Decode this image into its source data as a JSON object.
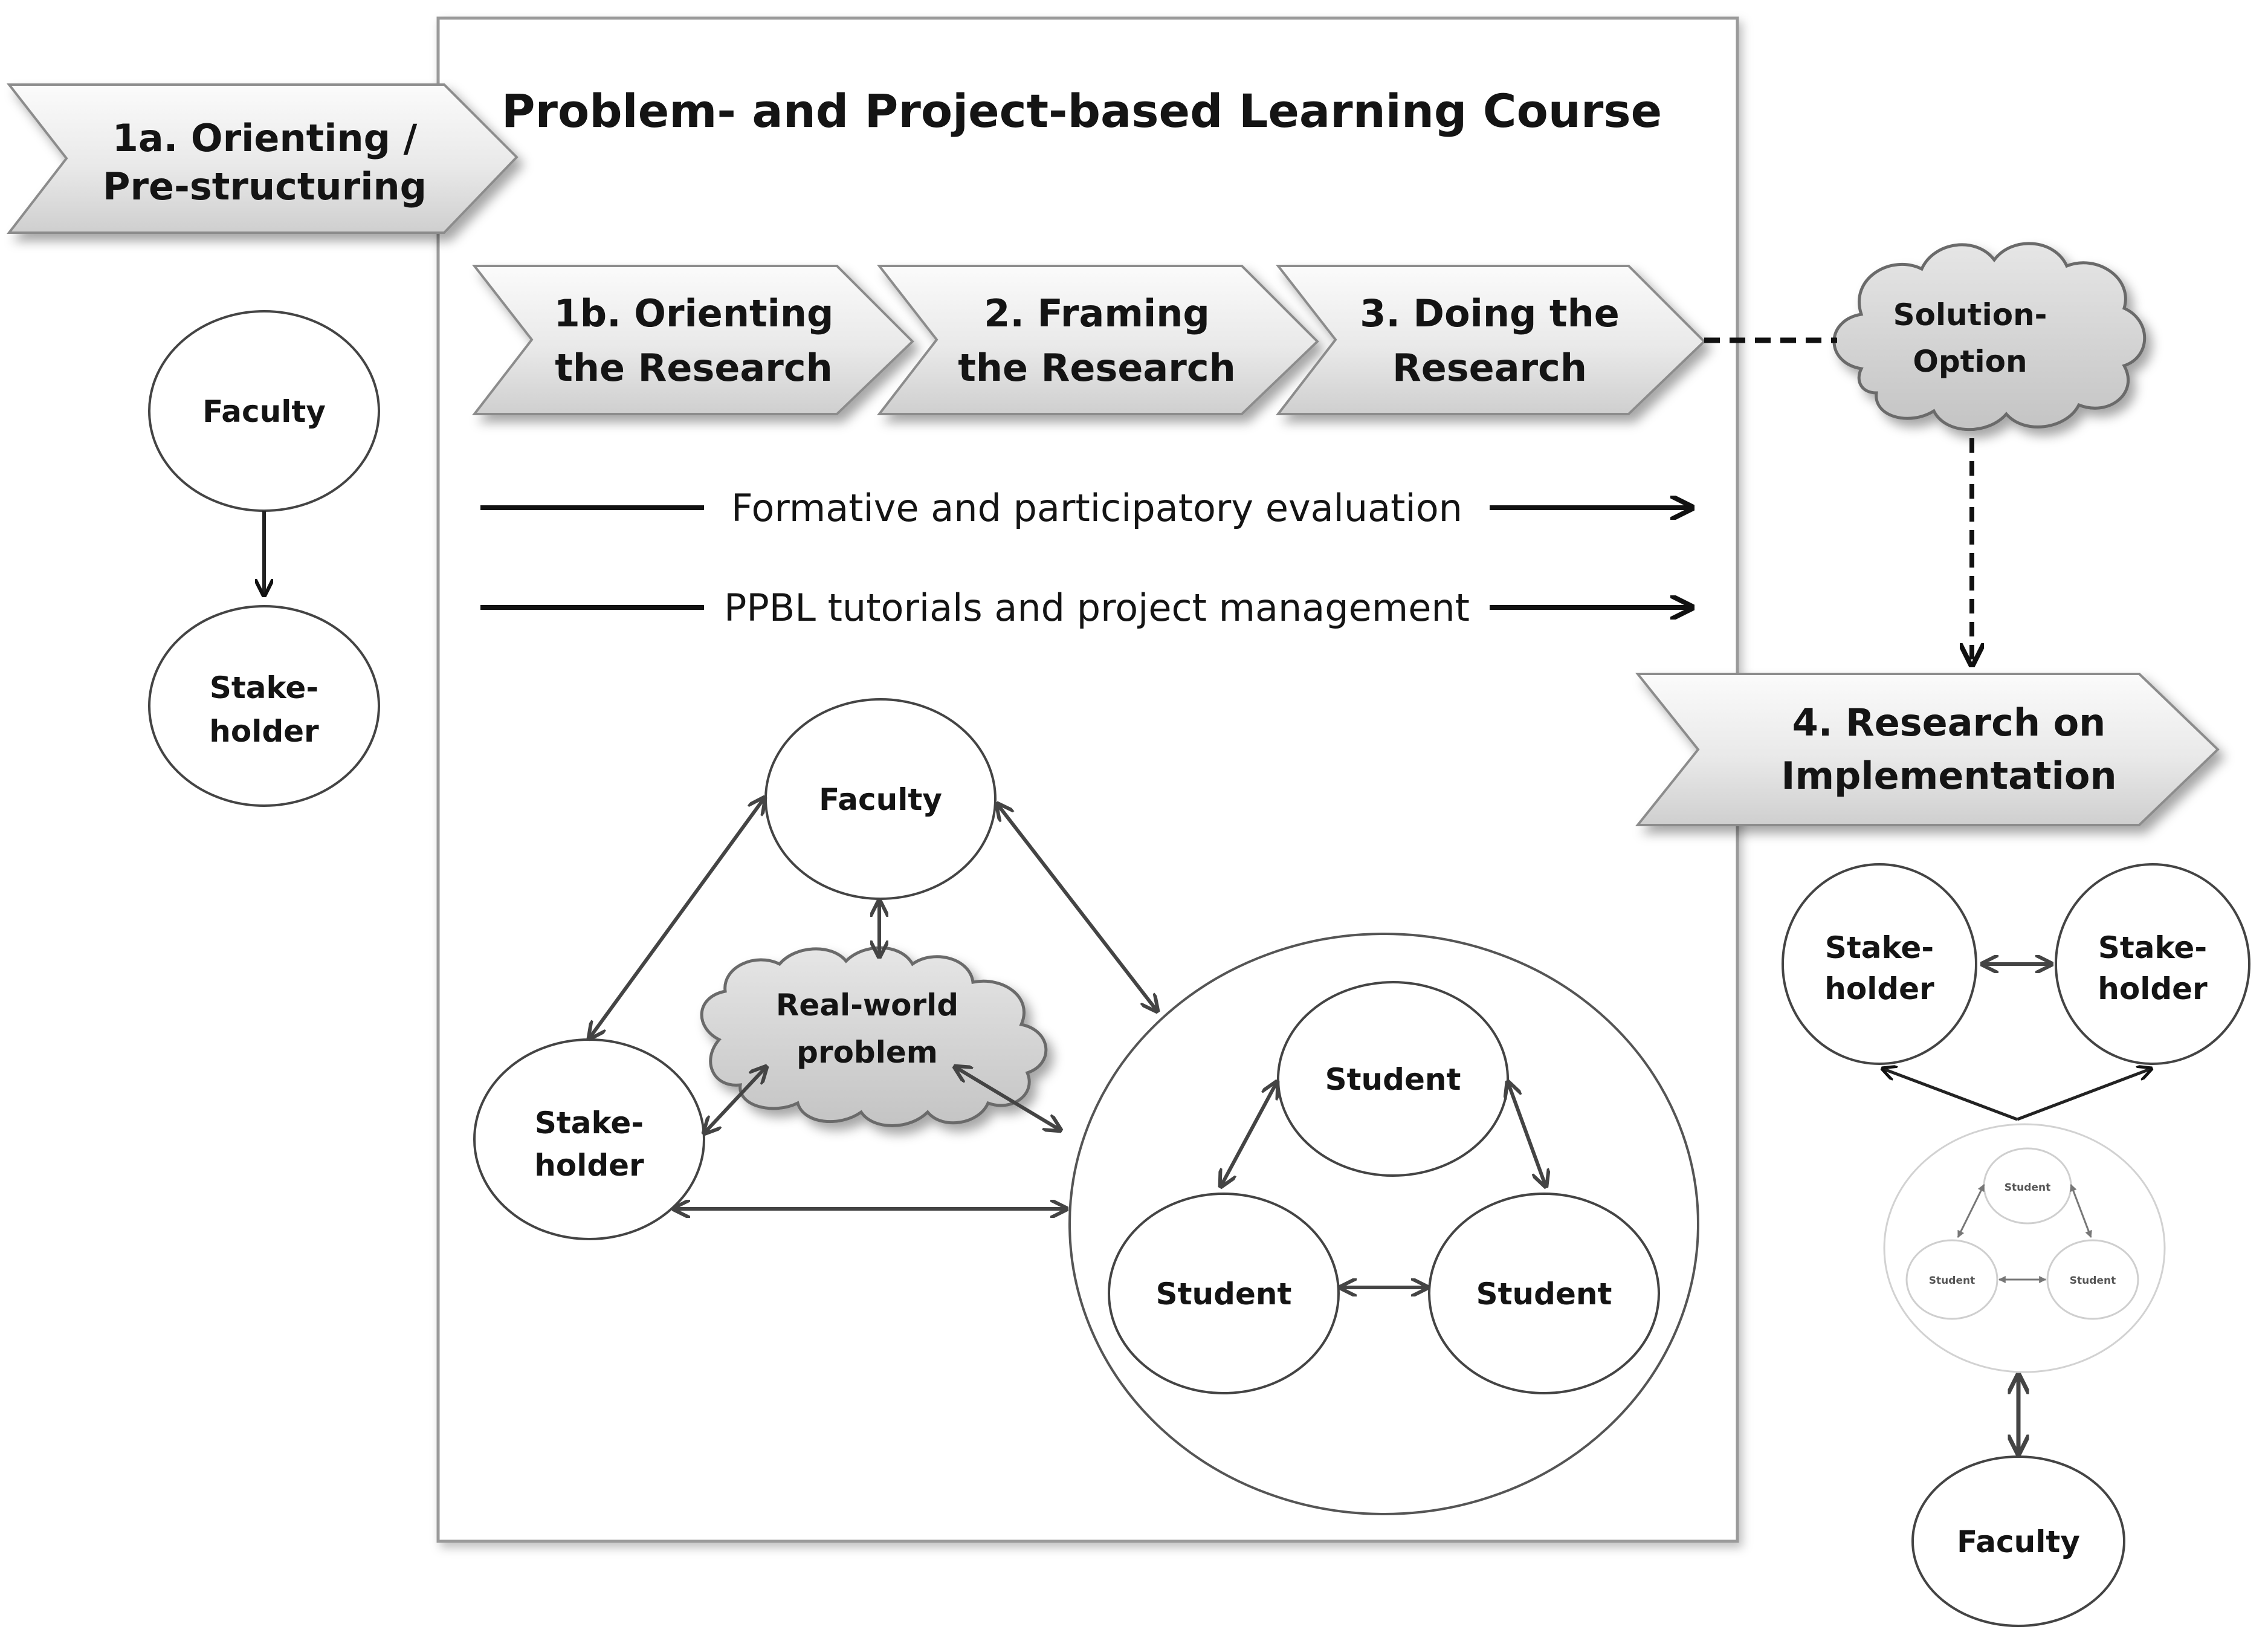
{
  "title": "Problem- and Project-based Learning Course",
  "phases": {
    "p1a": [
      "1a. Orienting /",
      "Pre-structuring"
    ],
    "p1b": [
      "1b. Orienting",
      "the Research"
    ],
    "p2": [
      "2. Framing",
      "the Research"
    ],
    "p3": [
      "3. Doing the",
      "Research"
    ],
    "p4": [
      "4. Research on",
      "Implementation"
    ]
  },
  "solution_option": [
    "Solution-",
    "Option"
  ],
  "flows": {
    "evaluation": "Formative and participatory evaluation",
    "tutorials": "PPBL tutorials and project management"
  },
  "left": {
    "faculty": "Faculty",
    "stakeholder": [
      "Stake-",
      "holder"
    ]
  },
  "center": {
    "faculty": "Faculty",
    "stakeholder": [
      "Stake-",
      "holder"
    ],
    "problem": [
      "Real-world",
      "problem"
    ],
    "student_top": "Student",
    "student_left": "Student",
    "student_right": "Student"
  },
  "right": {
    "stakeholder_a": [
      "Stake-",
      "holder"
    ],
    "stakeholder_b": [
      "Stake-",
      "holder"
    ],
    "mini_student_top": "Student",
    "mini_student_left": "Student",
    "mini_student_right": "Student",
    "faculty": "Faculty"
  }
}
